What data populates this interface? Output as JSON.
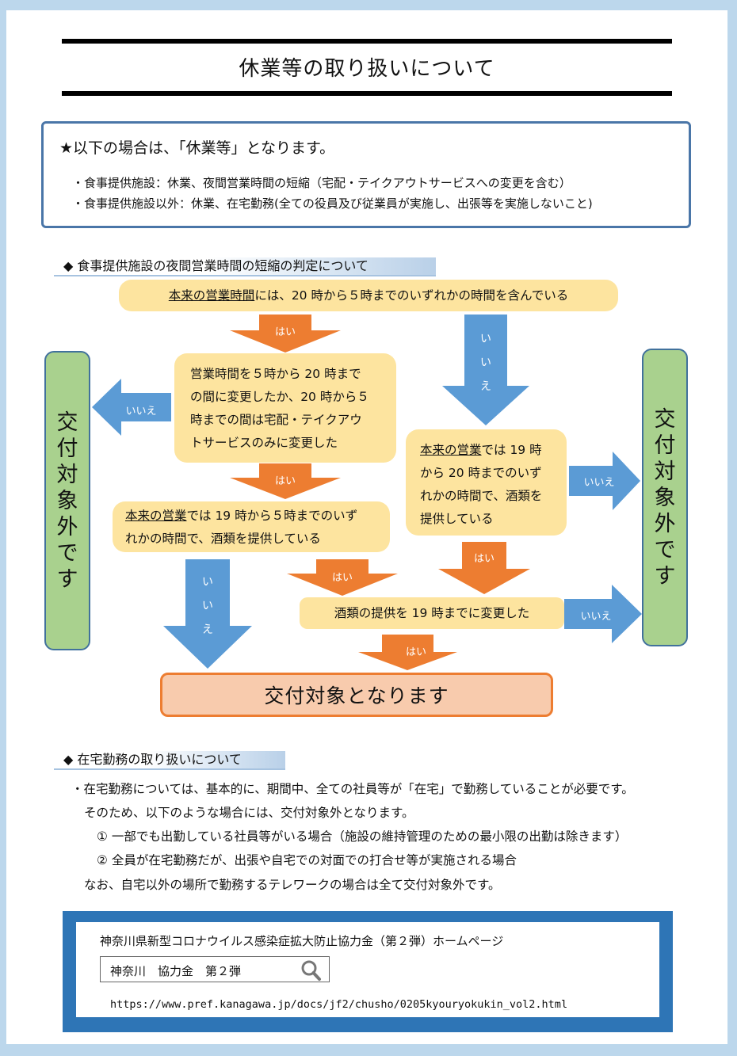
{
  "title": "休業等の取り扱いについて",
  "notice": {
    "heading": "★以下の場合は、「休業等」となります。",
    "lines": [
      "・食事提供施設：休業、夜間営業時間の短縮（宅配・テイクアウトサービスへの変更を含む）",
      "・食事提供施設以外：休業、在宅勤務(全ての役員及び従業員が実施し、出張等を実施しないこと)"
    ]
  },
  "flowchart": {
    "heading": "◆ 食事提供施設の夜間営業時間の短縮の判定について",
    "q1": {
      "underlined": "本来の営業時間",
      "rest": "には、20 時から５時までのいずれかの時間を含んでいる"
    },
    "q2": {
      "lines": [
        "営業時間を５時から 20 時まで",
        "の間に変更したか、20 時から５",
        "時までの間は宅配・テイクアウ",
        "トサービスのみに変更した"
      ]
    },
    "q3": {
      "underlined": "本来の営業",
      "rest": "では 19 時から５時までのいず",
      "line2": "れかの時間で、酒類を提供している"
    },
    "q4": {
      "underlined": "本来の営業",
      "rest": "では 19 時",
      "lines": [
        "から 20 時までのいず",
        "れかの時間で、酒類を",
        "提供している"
      ]
    },
    "q5": "酒類の提供を 19 時までに変更した",
    "yes_label": "はい",
    "no_label": "いいえ",
    "no_vertical": [
      "い",
      "い",
      "え"
    ],
    "not_eligible": "交付対象外です",
    "eligible": "交付対象となります",
    "colors": {
      "yes": "#ed7d31",
      "no": "#5b9bd5",
      "question": "#fde49f",
      "not_eligible": "#a9d18e",
      "eligible": "#f8cbad"
    }
  },
  "telework": {
    "heading": "◆ 在宅勤務の取り扱いについて",
    "lines": [
      "・在宅勤務については、基本的に、期間中、全ての社員等が「在宅」で勤務していることが必要です。",
      "そのため、以下のような場合には、交付対象外となります。",
      "①  一部でも出勤している社員等がいる場合（施設の維持管理のための最小限の出勤は除きます）",
      "②  全員が在宅勤務だが、出張や自宅での対面での打合せ等が実施される場合",
      "なお、自宅以外の場所で勤務するテレワークの場合は全て交付対象外です。"
    ]
  },
  "footer": {
    "title": "神奈川県新型コロナウイルス感染症拡大防止協力金（第２弾）ホームページ",
    "search_text": "神奈川　協力金　第２弾",
    "search_icon": "magnifier-icon",
    "url": "https://www.pref.kanagawa.jp/docs/jf2/chusho/0205kyouryokukin_vol2.html"
  }
}
